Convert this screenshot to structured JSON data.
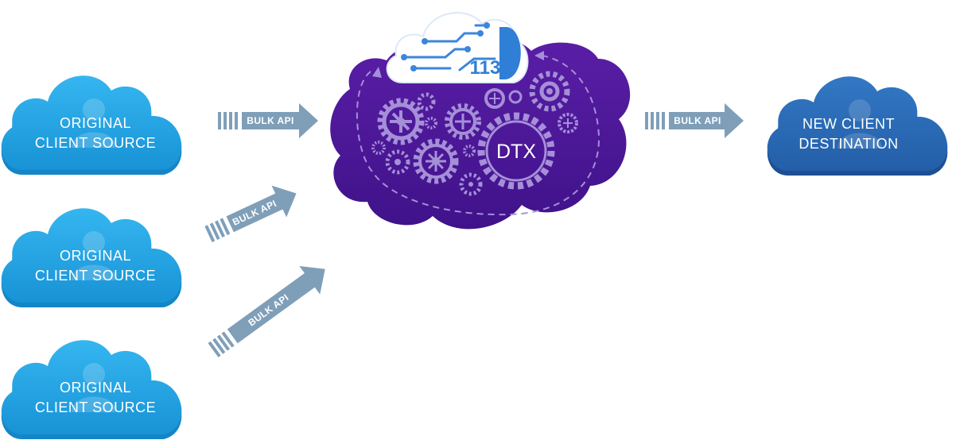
{
  "sources": [
    {
      "line1": "ORIGINAL",
      "line2": "CLIENT SOURCE"
    },
    {
      "line1": "ORIGINAL",
      "line2": "CLIENT SOURCE"
    },
    {
      "line1": "ORIGINAL",
      "line2": "CLIENT SOURCE"
    }
  ],
  "destination": {
    "line1": "NEW CLIENT",
    "line2": "DESTINATION"
  },
  "hub": {
    "label": "DTX",
    "logo_text": "113"
  },
  "arrows": [
    {
      "label": "BULK API"
    },
    {
      "label": "BULK API"
    },
    {
      "label": "BULK API"
    },
    {
      "label": "BULK API"
    }
  ],
  "colors": {
    "source_cloud": "#1ea3e3",
    "destination_cloud": "#2b6bb8",
    "hub_cloud": "#4a1798",
    "arrow": "#7f9fb9",
    "logo_cloud": "#ffffff"
  }
}
